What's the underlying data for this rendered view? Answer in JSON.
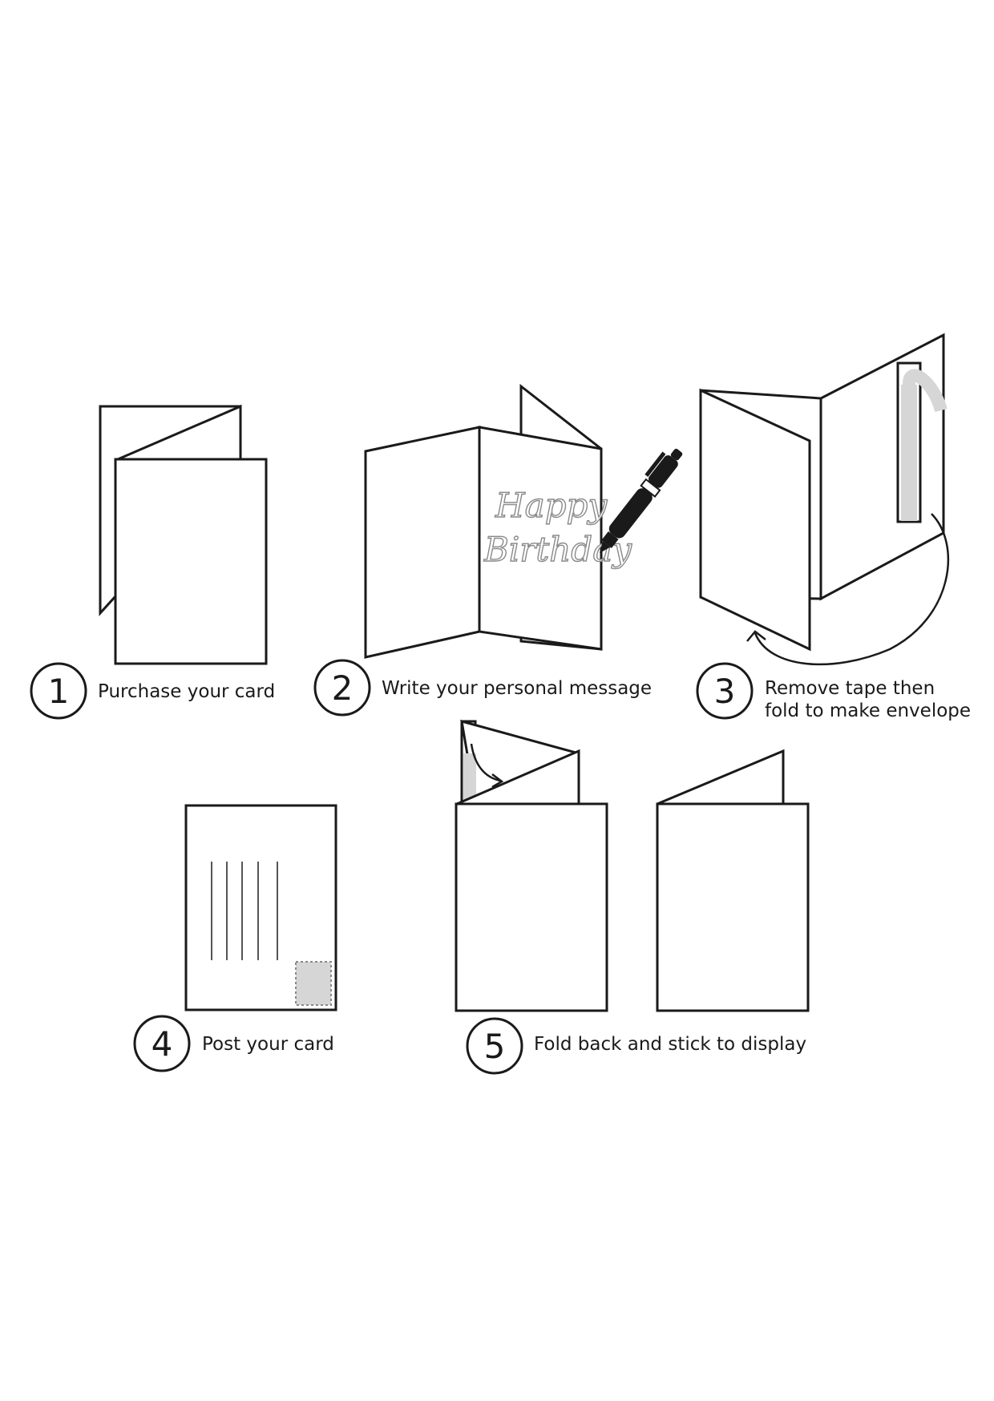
{
  "steps": [
    {
      "number": "1",
      "caption": "Purchase your card"
    },
    {
      "number": "2",
      "caption": "Write your personal message"
    },
    {
      "number": "3",
      "caption_line1": "Remove tape then",
      "caption_line2": "fold to make envelope"
    },
    {
      "number": "4",
      "caption": "Post your card"
    },
    {
      "number": "5",
      "caption": "Fold back and stick to display"
    }
  ],
  "card_message": {
    "line1": "Happy",
    "line2": "Birthday"
  },
  "colors": {
    "outline": "#1a1a1a",
    "tape": "#d6d6d6",
    "stamp": "#d6d6d6",
    "script_text": "#8a8a8a"
  },
  "icons": [
    "pen-icon",
    "stamp-icon",
    "curved-arrow-icon"
  ]
}
